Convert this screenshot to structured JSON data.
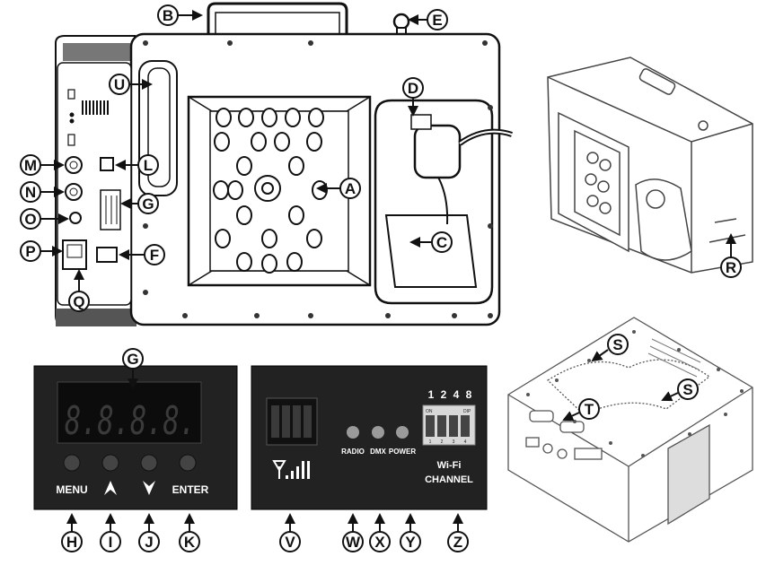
{
  "callouts": {
    "A": "A",
    "B": "B",
    "C": "C",
    "D": "D",
    "E": "E",
    "F": "F",
    "G": "G",
    "L": "L",
    "M": "M",
    "N": "N",
    "O": "O",
    "P": "P",
    "Q": "Q",
    "R": "R",
    "S": "S",
    "T": "T",
    "U": "U",
    "G2": "G",
    "H": "H",
    "I": "I",
    "J": "J",
    "K": "K",
    "V": "V",
    "W": "W",
    "X": "X",
    "Y": "Y",
    "Z": "Z"
  },
  "display_panel": {
    "readout": "8.8.8.8.",
    "buttons": [
      "MENU",
      "ENTER"
    ]
  },
  "wifi_panel": {
    "leds": [
      "RADIO",
      "DMX",
      "POWER"
    ],
    "dip_numbers": [
      "1",
      "2",
      "4",
      "8"
    ],
    "dip_on": "ON",
    "dip_dip": "DIP",
    "dip_positions": [
      "1",
      "2",
      "3",
      "4"
    ],
    "label_line1": "Wi-Fi",
    "label_line2": "CHANNEL"
  },
  "colors": {
    "panel_bg": "#222222",
    "outline": "#111111",
    "body_fill": "#ffffff",
    "led": "#9a9a9a",
    "seg_inactive": "#3a3a3a"
  }
}
